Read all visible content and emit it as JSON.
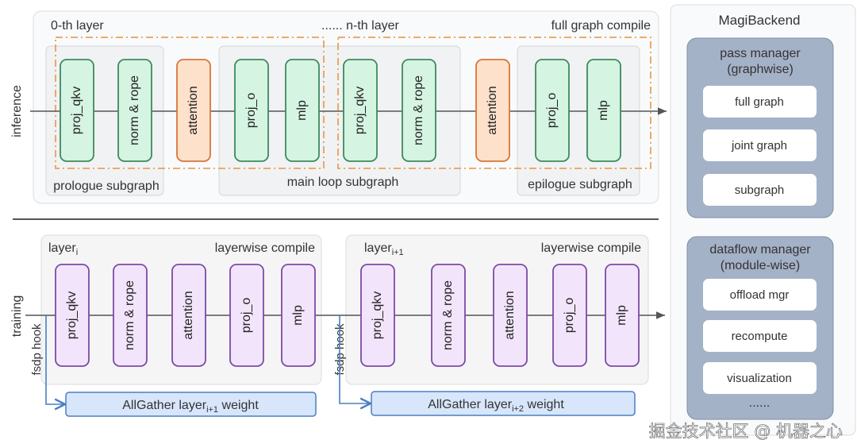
{
  "inference": {
    "row_label": "inference",
    "layer0_label": "0-th layer",
    "layern_label": "...... n-th layer",
    "compile_label": "full graph compile",
    "subgraphs": [
      "prologue subgraph",
      "main loop subgraph",
      "epilogue subgraph"
    ],
    "nodes": [
      "proj_qkv",
      "norm & rope",
      "attention",
      "proj_o",
      "mlp",
      "proj_qkv",
      "norm & rope",
      "attention",
      "proj_o",
      "mlp"
    ]
  },
  "training": {
    "row_label": "training",
    "layers": [
      {
        "name": "layer",
        "sub": "i",
        "compile_label": "layerwise compile",
        "hook": "fsdp hook",
        "allgather": {
          "prefix": "AllGather layer",
          "sub": "i+1",
          "suffix": " weight"
        }
      },
      {
        "name": "layer",
        "sub": "i+1",
        "compile_label": "layerwise compile",
        "hook": "fsdp hook",
        "allgather": {
          "prefix": "AllGather layer",
          "sub": "i+2",
          "suffix": " weight"
        }
      }
    ],
    "nodes": [
      "proj_qkv",
      "norm & rope",
      "attention",
      "proj_o",
      "mlp"
    ]
  },
  "backend": {
    "title": "MagiBackend",
    "pass_manager": {
      "title_line1": "pass manager",
      "title_line2": "(graphwise)",
      "items": [
        "full graph",
        "joint graph",
        "subgraph"
      ]
    },
    "dataflow_manager": {
      "title_line1": "dataflow manager",
      "title_line2": "(module-wise)",
      "items": [
        "offload mgr",
        "recompute",
        "visualization"
      ],
      "more": "......"
    }
  },
  "watermark": "掘金技术社区 @ 机器之心",
  "colors": {
    "compute_node": "#d5f4e2",
    "attention_node": "#fde1cb",
    "training_node": "#f2e5fb",
    "allgather": "#d7e6fa",
    "backend_group": "#a4b2c7",
    "compile_region": "#e8a15a"
  }
}
